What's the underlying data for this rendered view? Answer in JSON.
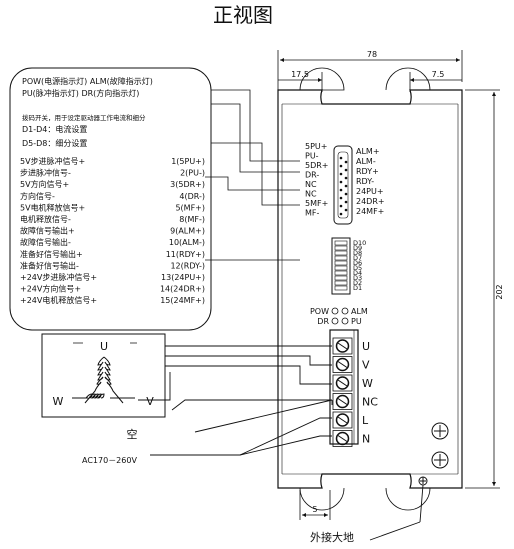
{
  "title": "正视图",
  "legend": {
    "lines": [
      "POW(电源指示灯)  ALM(故障指示灯)",
      "PU(脉冲指示灯)      DR(方向指示灯)"
    ],
    "dip_note": "拨码开关，用于设定驱动器工作电流和细分",
    "dip_d1": "D1-D4：电流设置",
    "dip_d5": "D5-D8：细分设置"
  },
  "signals": [
    {
      "label": "5V步进脉冲信号+",
      "pin": "1(5PU+)"
    },
    {
      "label": "步进脉冲信号-",
      "pin": "2(PU-)"
    },
    {
      "label": "5V方向信号+",
      "pin": "3(5DR+)"
    },
    {
      "label": "方向信号-",
      "pin": "4(DR-)"
    },
    {
      "label": "5V电机释放信号+",
      "pin": "5(MF+)"
    },
    {
      "label": "电机释放信号-",
      "pin": "8(MF-)"
    },
    {
      "label": "故障信号输出+",
      "pin": "9(ALM+)"
    },
    {
      "label": "故障信号输出-",
      "pin": "10(ALM-)"
    },
    {
      "label": "准备好信号输出+",
      "pin": "11(RDY+)"
    },
    {
      "label": "准备好信号输出-",
      "pin": "12(RDY-)"
    },
    {
      "label": "+24V步进脉冲信号+",
      "pin": "13(24PU+)"
    },
    {
      "label": "+24V方向信号+",
      "pin": "14(24DR+)"
    },
    {
      "label": "+24V电机释放信号+",
      "pin": "15(24MF+)"
    }
  ],
  "connector_left": [
    "5PU+",
    "PU-",
    "5DR+",
    "DR-",
    "NC",
    "NC",
    "5MF+",
    "MF-"
  ],
  "connector_right": [
    "ALM+",
    "ALM-",
    "RDY+",
    "RDY-",
    "24PU+",
    "24DR+",
    "24MF+"
  ],
  "dip_labels": [
    "D10",
    "D9",
    "D8",
    "D7",
    "D6",
    "D5",
    "D4",
    "D3",
    "D2",
    "D1"
  ],
  "leds": {
    "pow": "POW",
    "alm": "ALM",
    "dr": "DR",
    "pu": "PU"
  },
  "terminals": [
    "U",
    "V",
    "W",
    "NC",
    "L",
    "N"
  ],
  "motor": {
    "u": "U",
    "v": "V",
    "w": "W"
  },
  "nc_label": "空",
  "ac_label": "AC170－260V",
  "ground_label": "外接大地",
  "dims": {
    "width": "78",
    "left_offset": "17.5",
    "right_offset": "7.5",
    "height": "202",
    "slot": "5"
  }
}
